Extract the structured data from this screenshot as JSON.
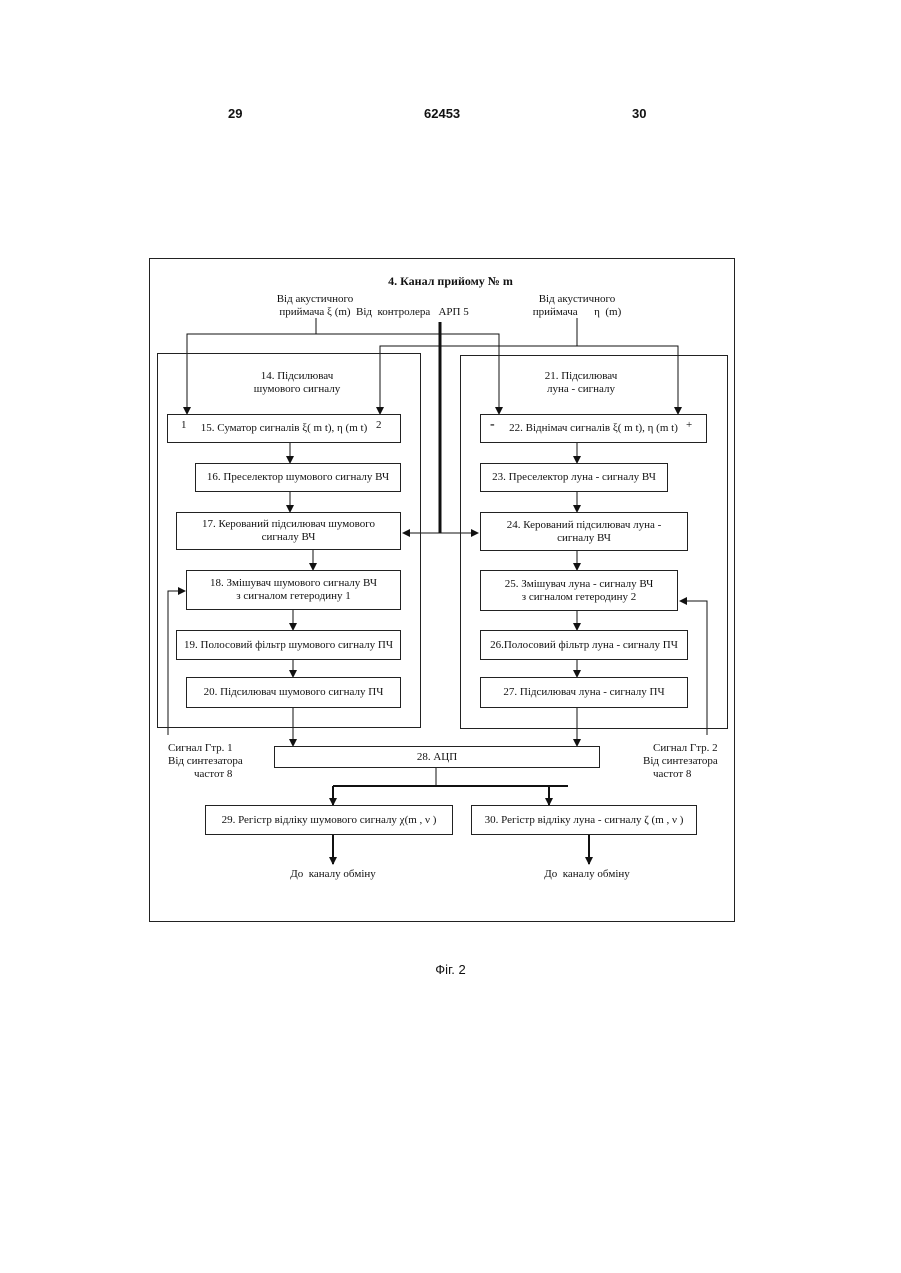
{
  "header": {
    "page_left": "29",
    "patent_no": "62453",
    "page_right": "30"
  },
  "title": "4. Канал прийому № m",
  "inputs": {
    "acoustic_left": [
      "Від акустичного",
      "приймача ξ (m)"
    ],
    "controller": "Від  контролера   АРП 5",
    "acoustic_right": [
      "Від акустичного",
      "приймача      η  (m)"
    ]
  },
  "groups": {
    "noise_amp": [
      "14. Підсилювач",
      "шумового сигналу"
    ],
    "echo_amp": [
      "21. Підсилювач",
      "луна - сигналу"
    ]
  },
  "blocks": {
    "b15": "15. Суматор сигналів  ξ( m t), η (m t)",
    "b16": "16. Преселектор шумового сигналу ВЧ",
    "b17": [
      "17.  Керований підсилювач шумового",
      "сигналу ВЧ"
    ],
    "b18": [
      "18. Змішувач шумового сигналу ВЧ",
      "з сигналом гетеродину  1"
    ],
    "b19": "19. Полосовий фільтр шумового сигналу ПЧ",
    "b20": "20.   Підсилювач  шумового сигналу ПЧ",
    "b22": "22.  Віднімач сигналів  ξ( m t), η (m t)",
    "b23": "23. Преселектор луна - сигналу ВЧ",
    "b24": [
      "24.  Керований підсилювач луна -",
      "сигналу ВЧ"
    ],
    "b25": [
      "25. Змішувач луна - сигналу ВЧ",
      "з сигналом гетеродину  2"
    ],
    "b26": "26.Полосовий фільтр луна - сигналу ПЧ",
    "b27": "27.   Підсилювач  луна - сигналу ПЧ",
    "b28": "28. АЦП",
    "b29": "29. Регістр відліку шумового сигналу  χ(m , ν )",
    "b30": "30. Регістр відліку луна - сигналу  ζ (m , ν )"
  },
  "ports": {
    "b15_left": "1",
    "b15_right": "2",
    "b22_left": "-",
    "b22_right": "+"
  },
  "synth": {
    "left": [
      "Сигнал  Гтр. 1",
      "Від  синтезатора",
      "частот  8"
    ],
    "right": [
      "Сигнал  Гтр. 2",
      "Від  синтезатора",
      "частот  8"
    ]
  },
  "outputs": {
    "left": "До  каналу обміну",
    "right": "До  каналу обміну"
  },
  "figure": "Фіг. 2"
}
